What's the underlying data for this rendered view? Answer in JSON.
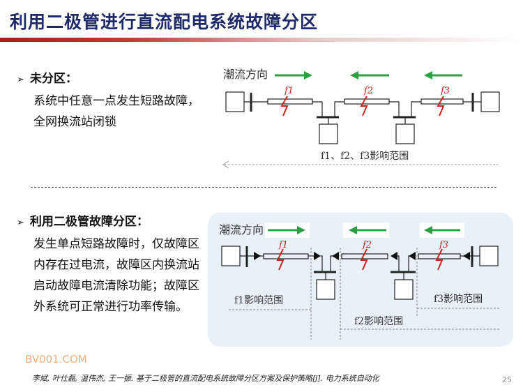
{
  "title": "利用二极管进行直流配电系统故障分区",
  "section1": {
    "heading": "未分区：",
    "body": "系统中任意一点发生短路故障，全网换流站闭锁"
  },
  "section2": {
    "heading": "利用二极管故障分区：",
    "body": "发生单点短路故障时，仅故障区内存在过电流，故障区内换流站启动故障电流清除功能；故障区外系统可正常进行功率传输。"
  },
  "diagram1": {
    "flow_label": "潮流方向",
    "faults": [
      "f1",
      "f2",
      "f3"
    ],
    "range_label": "f1、f2、f3影响范围"
  },
  "diagram2": {
    "flow_label": "潮流方向",
    "faults": [
      "f1",
      "f2",
      "f3"
    ],
    "range1": "f1影响范围",
    "range2": "f2影响范围",
    "range3": "f3影响范围"
  },
  "reference": "李斌, 叶仕磊, 温伟杰, 王一振. 基于二极管的直流配电系统故障分区方案及保护策略[J]. 电力系统自动化",
  "watermark": "BV001.COM",
  "page_number": "25",
  "colors": {
    "title": "#1f2a6b",
    "arrow": "#2aa040",
    "fault": "#cc2222"
  }
}
